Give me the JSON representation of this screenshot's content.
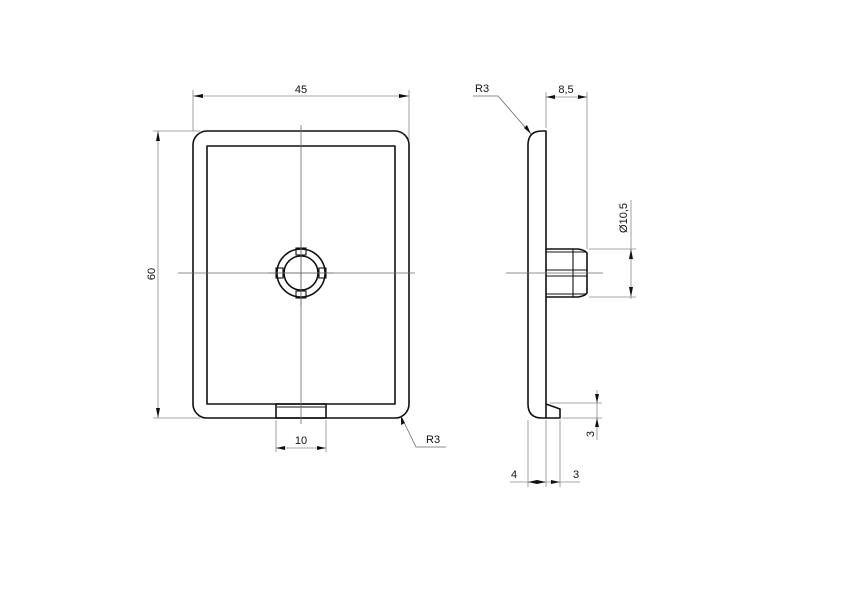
{
  "drawing": {
    "type": "technical-drawing",
    "subject": "rectangular end cap",
    "colors": {
      "object_line": "#111111",
      "dimension_line": "#8a8a8a",
      "center_line": "#6a6a6a",
      "background": "#ffffff"
    },
    "front_view": {
      "width_label": "45",
      "height_label": "60",
      "slot_width_label": "10",
      "corner_radius_label": "R3"
    },
    "side_view": {
      "corner_radius_label": "R3",
      "depth_label": "8,5",
      "diameter_label": "Ø10,5",
      "lip_height_label": "3",
      "plate_thickness_label": "4",
      "lip_depth_label": "3"
    }
  }
}
